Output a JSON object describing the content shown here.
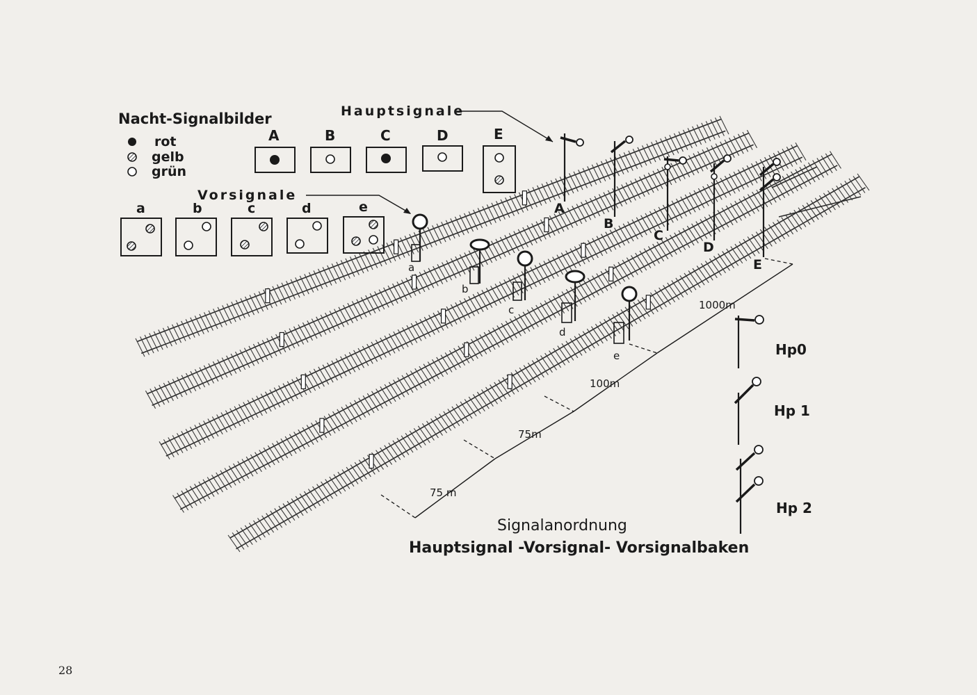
{
  "title_night": "Nacht-Signalbilder",
  "legend": [
    {
      "label": "rot",
      "lamp": "red"
    },
    {
      "label": "gelb",
      "lamp": "yellow"
    },
    {
      "label": "grün",
      "lamp": "green"
    }
  ],
  "main_heading": "Hauptsignale",
  "main_boxes": [
    {
      "letter": "A",
      "lamps": [
        "red"
      ]
    },
    {
      "letter": "B",
      "lamps": [
        "green"
      ]
    },
    {
      "letter": "C",
      "lamps": [
        "red"
      ]
    },
    {
      "letter": "D",
      "lamps": [
        "green"
      ]
    },
    {
      "letter": "E",
      "lamps": [
        "green",
        "yellow"
      ]
    }
  ],
  "distant_heading": "Vorsignale",
  "distant_boxes": [
    {
      "letter": "a",
      "lamps": [
        "yellow",
        "yellow"
      ]
    },
    {
      "letter": "b",
      "lamps": [
        "green",
        "green"
      ]
    },
    {
      "letter": "c",
      "lamps": [
        "yellow",
        "yellow"
      ]
    },
    {
      "letter": "d",
      "lamps": [
        "green",
        "green"
      ]
    },
    {
      "letter": "e",
      "lamps": [
        "yellow",
        "yellow",
        "green"
      ]
    }
  ],
  "track_signals_main": [
    "A",
    "B",
    "C",
    "D",
    "E"
  ],
  "track_signals_distant": [
    "a",
    "b",
    "c",
    "d",
    "e"
  ],
  "distances": [
    "1000m",
    "100m",
    "75m",
    "75 m"
  ],
  "aspects": [
    "Hp0",
    "Hp 1",
    "Hp 2"
  ],
  "caption": [
    "Signalanordnung",
    "Hauptsignal -Vorsignal- Vorsignalbaken"
  ],
  "page_number": "28"
}
